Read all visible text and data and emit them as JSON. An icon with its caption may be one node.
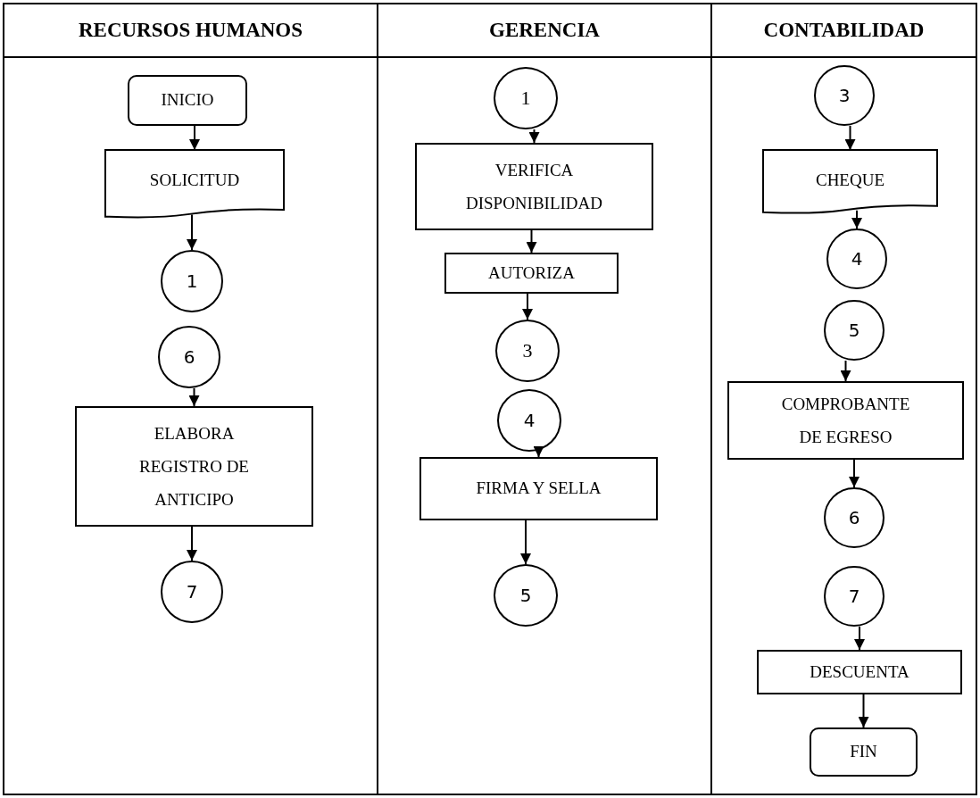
{
  "diagram": {
    "nodes": [
      {
        "text": [
          "RECURSOS HUMANOS"
        ]
      },
      {
        "text": [
          "GERENCIA"
        ]
      },
      {
        "text": [
          "CONTABILIDAD"
        ]
      },
      {
        "text": [
          "INICIO"
        ],
        "in": 0
      },
      {
        "text": [
          "SOLICITUD"
        ],
        "in": 0
      },
      {
        "text": [
          "1"
        ],
        "in": 0
      },
      {
        "text": [
          "6"
        ],
        "in": 0
      },
      {
        "text": [
          "ELABORA REGISTRO DE ANTICIPO"
        ],
        "in": 0
      },
      {
        "text": [
          "7"
        ],
        "in": 0
      },
      {
        "text": [
          "1"
        ],
        "in": 1
      },
      {
        "text": [
          "VERIFICA DISPONIBILIDAD"
        ],
        "in": 1
      },
      {
        "text": [
          "AUTORIZA"
        ],
        "in": 1
      },
      {
        "text": [
          "3"
        ],
        "in": 1
      },
      {
        "text": [
          "4"
        ],
        "in": 1
      },
      {
        "text": [
          "FIRMA Y SELLA"
        ],
        "in": 1
      },
      {
        "text": [
          "5"
        ],
        "in": 1
      },
      {
        "text": [
          "3"
        ],
        "in": 2
      },
      {
        "text": [
          "CHEQUE"
        ],
        "in": 2
      },
      {
        "text": [
          "4"
        ],
        "in": 2
      },
      {
        "text": [
          "5"
        ],
        "in": 2
      },
      {
        "text": [
          "COMPROBANTE DE EGRESO"
        ],
        "in": 2
      },
      {
        "text": [
          "6"
        ],
        "in": 2
      },
      {
        "text": [
          "7"
        ],
        "in": 2
      },
      {
        "text": [
          "DESCUENTA"
        ],
        "in": 2
      },
      {
        "text": [
          "FIN"
        ],
        "in": 2
      }
    ],
    "edges": [
      {
        "from": 3,
        "to": 4,
        "arrow": "to"
      },
      {
        "from": 4,
        "to": 5,
        "arrow": "to"
      },
      {
        "from": 6,
        "to": 7,
        "arrow": "to"
      },
      {
        "from": 7,
        "to": 8,
        "arrow": "to"
      },
      {
        "from": 9,
        "to": 10,
        "arrow": "to"
      },
      {
        "from": 10,
        "to": 11,
        "arrow": "to"
      },
      {
        "from": 11,
        "to": 12,
        "arrow": "to"
      },
      {
        "from": 13,
        "to": 14,
        "arrow": "to"
      },
      {
        "from": 14,
        "to": 15,
        "arrow": "to"
      },
      {
        "from": 16,
        "to": 17,
        "arrow": "to"
      },
      {
        "from": 17,
        "to": 18,
        "arrow": "to"
      },
      {
        "from": 19,
        "to": 20,
        "arrow": "to"
      },
      {
        "from": 20,
        "to": 21,
        "arrow": "to"
      },
      {
        "from": 22,
        "to": 23,
        "arrow": "to"
      },
      {
        "from": 23,
        "to": 24,
        "arrow": "to"
      }
    ]
  }
}
